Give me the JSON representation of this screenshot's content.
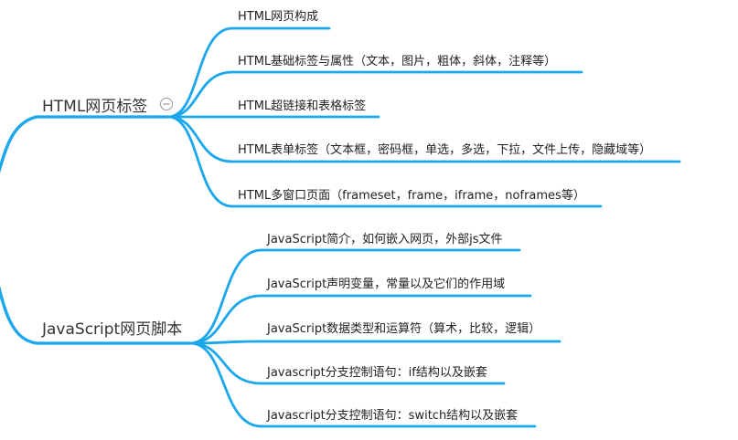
{
  "colors": {
    "branch": "#1aa7ec",
    "topic_text": "#333333",
    "leaf_text": "#222222",
    "toggle": "#9a9a9a"
  },
  "topics": [
    {
      "label": "HTML网页标签",
      "collapse_icon": "collapse-minus-icon",
      "children": [
        "HTML网页构成",
        "HTML基础标签与属性（文本，图片，粗体，斜体，注释等）",
        "HTML超链接和表格标签",
        "HTML表单标签（文本框，密码框，单选，多选，下拉，文件上传，隐藏域等）",
        "HTML多窗口页面（frameset，frame，iframe，noframes等）"
      ]
    },
    {
      "label": "JavaScript网页脚本",
      "children": [
        "JavaScript简介，如何嵌入网页，外部js文件",
        "JavaScript声明变量，常量以及它们的作用域",
        "JavaScript数据类型和运算符（算术，比较，逻辑）",
        "Javascript分支控制语句：if结构以及嵌套",
        "Javascript分支控制语句：switch结构以及嵌套"
      ]
    }
  ]
}
